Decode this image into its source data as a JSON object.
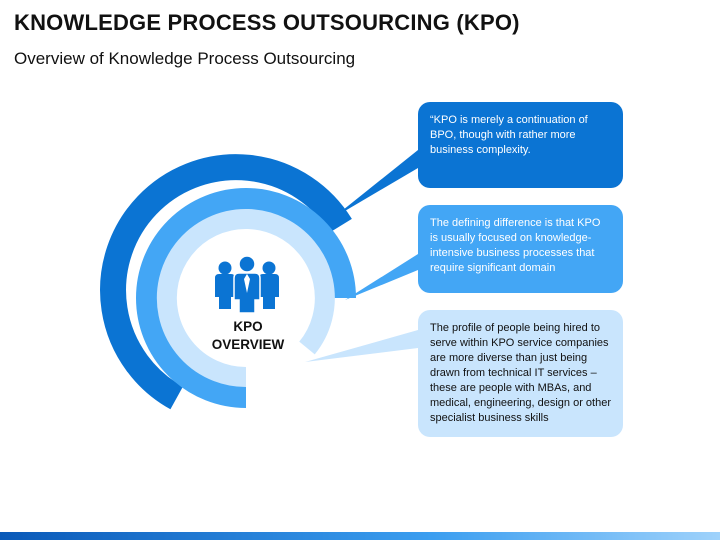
{
  "header": {
    "title": "KNOWLEDGE PROCESS OUTSOURCING (KPO)",
    "subtitle": "Overview of Knowledge Process Outsourcing"
  },
  "center": {
    "icon": "people-group-icon",
    "label_line1": "KPO",
    "label_line2": "OVERVIEW"
  },
  "callouts": [
    {
      "text": "“KPO is merely a continuation of BPO, though with rather more business complexity."
    },
    {
      "text": "The defining difference is that KPO is usually focused on knowledge-intensive business processes that require significant domain"
    },
    {
      "text": "The profile of people being hired to serve within KPO service companies are more diverse than just being drawn from technical IT services – these are people with MBAs, and medical, engineering, design or other specialist business skills"
    }
  ],
  "colors": {
    "dark_blue": "#0b74d3",
    "mid_blue": "#43a6f5",
    "light_blue": "#c9e5fd",
    "bottom_bar": "#0a59b8"
  }
}
